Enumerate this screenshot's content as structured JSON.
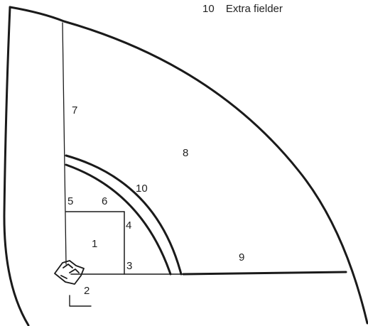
{
  "legend": {
    "number": "10",
    "text": "Extra fielder"
  },
  "positions": {
    "p1": "1",
    "p2": "2",
    "p3": "3",
    "p4": "4",
    "p5": "5",
    "p6": "6",
    "p7": "7",
    "p8": "8",
    "p9": "9",
    "p10": "10"
  }
}
